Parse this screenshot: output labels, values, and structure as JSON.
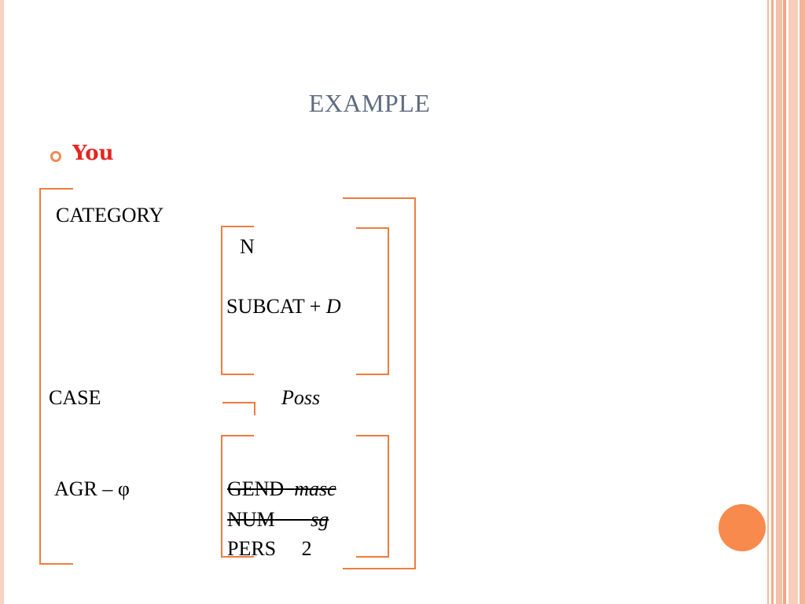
{
  "slide": {
    "title": "EXAMPLE",
    "bullet": "You"
  },
  "matrix": {
    "category_label": "CATEGORY",
    "category_value": "N",
    "subcat_label": "SUBCAT + ",
    "subcat_value": "D",
    "case_label": "CASE",
    "case_value": "Poss",
    "agr_label": "AGR – φ",
    "gend_label": "GEND",
    "gend_value": "masc",
    "num_label": "NUM",
    "num_value": "sg",
    "pers_label": "PERS",
    "pers_value": "2"
  },
  "colors": {
    "bracket": "#f07c3c",
    "bullet_text": "#e42520",
    "title": "#5e6b80",
    "circle": "#f88a4d"
  }
}
